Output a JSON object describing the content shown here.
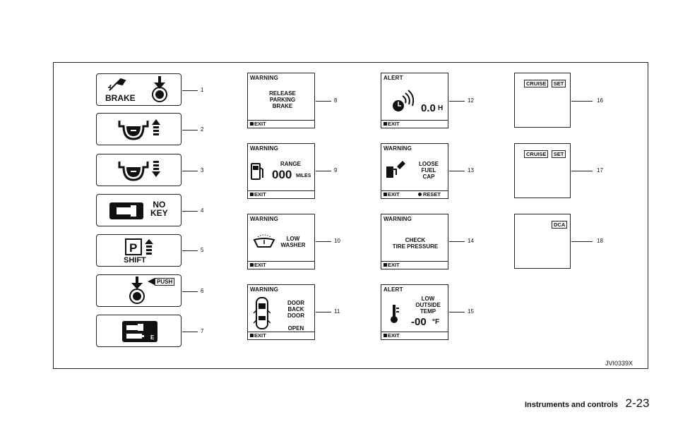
{
  "labels": {
    "brake": "BRAKE",
    "no_key": "NO\nKEY",
    "shift": "SHIFT",
    "push": "PUSH",
    "e": "E",
    "warning": "WARNING",
    "alert": "ALERT",
    "exit": "EXIT",
    "reset": "RESET"
  },
  "displays": {
    "d8": "RELEASE\nPARKING\nBRAKE",
    "d9_range": "RANGE",
    "d9_value": "000",
    "d9_unit": "MILES",
    "d10": "LOW\nWASHER",
    "d11": "DOOR\nBACK DOOR\n\nOPEN",
    "d12_value": "0.0",
    "d12_unit": "H",
    "d13": "LOOSE\nFUEL\nCAP",
    "d14": "CHECK\nTIRE PRESSURE",
    "d15": "LOW\nOUTSIDE\nTEMP",
    "d15_value": "-00",
    "d15_unit": "°F",
    "cruise": "CRUISE",
    "set": "SET",
    "dca": "DCA"
  },
  "callouts": [
    "1",
    "2",
    "3",
    "4",
    "5",
    "6",
    "7",
    "8",
    "9",
    "10",
    "11",
    "12",
    "13",
    "14",
    "15",
    "16",
    "17",
    "18"
  ],
  "figure_id": "JVI0339X",
  "footer": {
    "section": "Instruments and controls",
    "page": "2-23"
  }
}
